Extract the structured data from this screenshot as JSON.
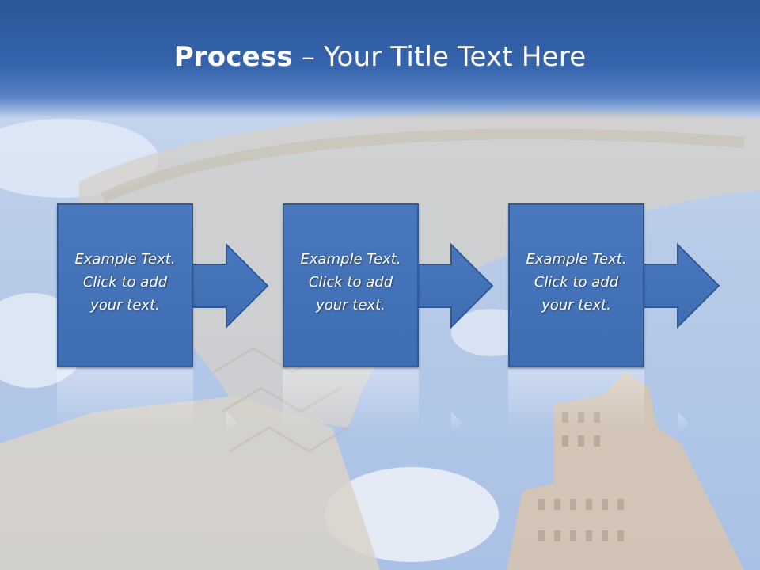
{
  "slide": {
    "title_bold": "Process",
    "title_rest": " – Your Title Text Here"
  },
  "steps": [
    {
      "line1": "Example Text.",
      "line2": "Click  to add",
      "line3": "your text."
    },
    {
      "line1": "Example Text.",
      "line2": "Click  to add",
      "line3": "your text."
    },
    {
      "line1": "Example Text.",
      "line2": "Click  to add",
      "line3": "your text."
    }
  ],
  "colors": {
    "title_bar": "#3564ac",
    "box_fill": "#4a78bd",
    "box_border": "#2f5a97",
    "text": "#ffffff"
  }
}
